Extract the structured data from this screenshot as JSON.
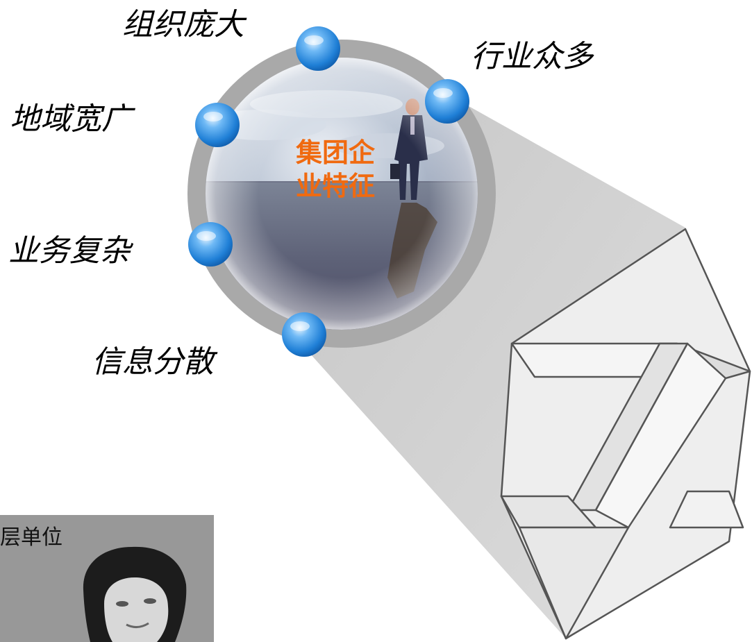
{
  "center": {
    "title_line1": "集团企",
    "title_line2": "业特征",
    "title_color": "#f06a10"
  },
  "features": {
    "org_size": "组织庞大",
    "industries": "行业众多",
    "region": "地域宽广",
    "business": "业务复杂",
    "info": "信息分散"
  },
  "portrait": {
    "caption": "层单位"
  },
  "colors": {
    "ring": "#a9a9a9",
    "beam": "#c8c8c8",
    "bead": "#2f8fe0",
    "glyph_outline": "#555555",
    "glyph_fill": "#e9e9e9"
  },
  "icons": {
    "bead": "blue-sphere-icon",
    "glyph": "3d-z-shape-icon"
  }
}
